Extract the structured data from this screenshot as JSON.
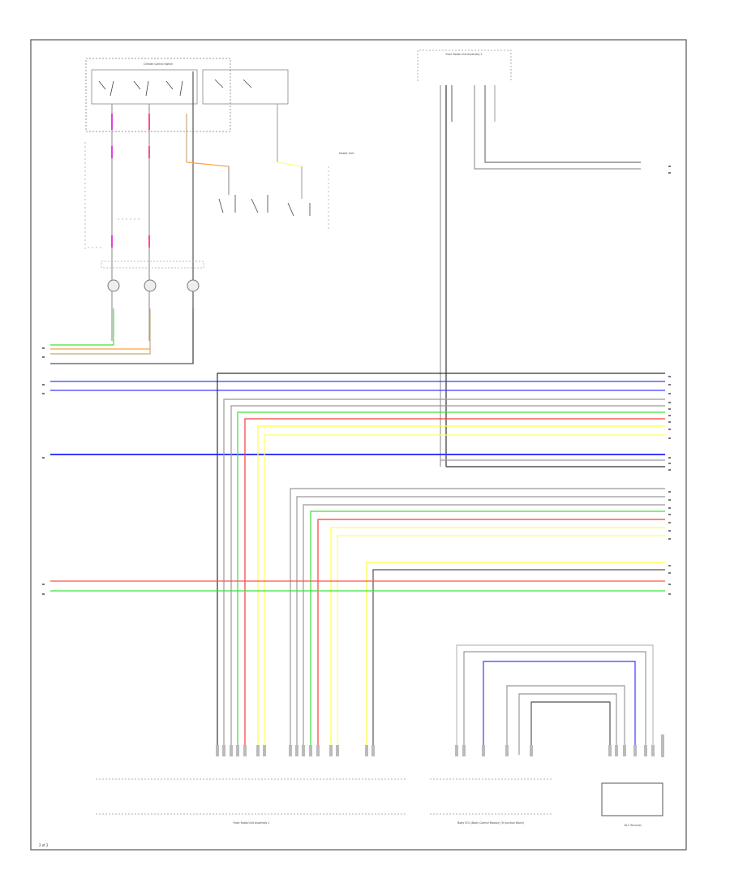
{
  "page_id": "2 of 2",
  "components": {
    "climate_switch": "Climate Control Switch",
    "heater_unit": "Heater Unit",
    "front_radio": "Front Radio Unit Assembly 1",
    "radio_unit_top": "Front Radio Unit Assembly 2",
    "body_ecu": "Body ECU (Body Control Module) (H Junction Block)",
    "dlc": "DLC Terminal"
  },
  "colors": {
    "frame": "#555555",
    "gray_wire": "#9a9a9a",
    "dark_wire": "#333333",
    "blue_wire": "#3a3aff",
    "green_wire": "#3ee03e",
    "red_wire": "#ff3a3a",
    "yellow_wire": "#ffff40",
    "orange_wire": "#ffa040",
    "magenta_wire": "#e040e0",
    "tan_wire": "#c8a878"
  }
}
